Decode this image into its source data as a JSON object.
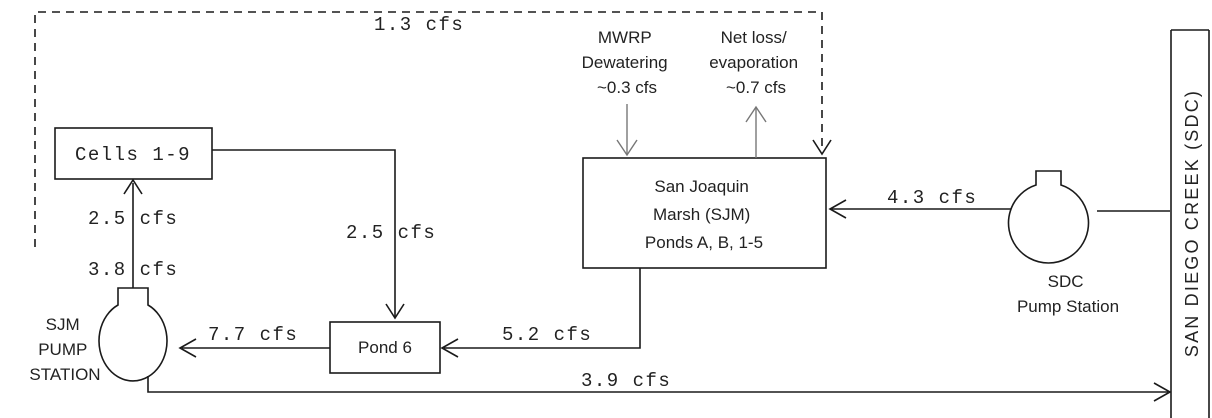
{
  "nodes": {
    "cells": "Cells 1-9",
    "pond6": "Pond 6",
    "sjm": [
      "San Joaquin",
      "Marsh (SJM)",
      "Ponds A, B, 1-5"
    ],
    "sjm_pump": [
      "SJM",
      "PUMP",
      "STATION"
    ],
    "sdc_pump": [
      "SDC",
      "Pump Station"
    ],
    "creek": "SAN DIEGO CREEK (SDC)"
  },
  "flows": {
    "recirculation": "1.3 cfs",
    "cells_in": "2.5 cfs",
    "pump_in": "3.8 cfs",
    "cells_to_pond6": "2.5 cfs",
    "pond6_to_pump": "7.7 cfs",
    "sjm_to_pond6": "5.2 cfs",
    "sdc_to_sjm": "4.3 cfs",
    "pump_to_creek": "3.9 cfs"
  },
  "inputs": {
    "mwrp": [
      "MWRP",
      "Dewatering",
      "~0.3 cfs"
    ],
    "netloss": [
      "Net loss/",
      "evaporation",
      "~0.7 cfs"
    ]
  }
}
